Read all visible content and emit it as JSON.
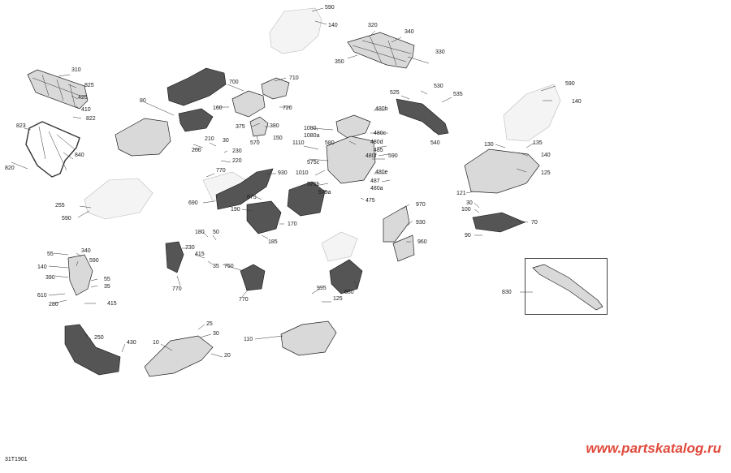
{
  "document_id": "31T1901",
  "watermark": "www.partskatalog.ru",
  "callouts": [
    {
      "id": "590a",
      "text": "590"
    },
    {
      "id": "140a",
      "text": "140"
    },
    {
      "id": "320",
      "text": "320"
    },
    {
      "id": "340a",
      "text": "340"
    },
    {
      "id": "330",
      "text": "330"
    },
    {
      "id": "350",
      "text": "350"
    },
    {
      "id": "310",
      "text": "310"
    },
    {
      "id": "825",
      "text": "825"
    },
    {
      "id": "425a",
      "text": "425"
    },
    {
      "id": "410",
      "text": "410"
    },
    {
      "id": "822",
      "text": "822"
    },
    {
      "id": "823",
      "text": "823"
    },
    {
      "id": "840",
      "text": "840"
    },
    {
      "id": "820",
      "text": "820"
    },
    {
      "id": "700",
      "text": "700"
    },
    {
      "id": "710",
      "text": "710"
    },
    {
      "id": "720",
      "text": "720"
    },
    {
      "id": "80",
      "text": "80"
    },
    {
      "id": "160",
      "text": "160"
    },
    {
      "id": "375",
      "text": "375"
    },
    {
      "id": "380",
      "text": "380"
    },
    {
      "id": "150",
      "text": "150"
    },
    {
      "id": "570",
      "text": "570"
    },
    {
      "id": "210",
      "text": "210"
    },
    {
      "id": "30a",
      "text": "30"
    },
    {
      "id": "230",
      "text": "230"
    },
    {
      "id": "200",
      "text": "200"
    },
    {
      "id": "220",
      "text": "220"
    },
    {
      "id": "530",
      "text": "530"
    },
    {
      "id": "525",
      "text": "525"
    },
    {
      "id": "535",
      "text": "535"
    },
    {
      "id": "480b",
      "text": "480b"
    },
    {
      "id": "540",
      "text": "540"
    },
    {
      "id": "1080",
      "text": "1080,"
    },
    {
      "id": "1080a",
      "text": "1080a"
    },
    {
      "id": "480c",
      "text": "480c"
    },
    {
      "id": "1110",
      "text": "1110"
    },
    {
      "id": "580",
      "text": "580"
    },
    {
      "id": "480d",
      "text": "480d"
    },
    {
      "id": "485",
      "text": "485"
    },
    {
      "id": "480f",
      "text": "480f"
    },
    {
      "id": "590b",
      "text": "590"
    },
    {
      "id": "575c",
      "text": "575c"
    },
    {
      "id": "480e",
      "text": "480e"
    },
    {
      "id": "930a",
      "text": "930"
    },
    {
      "id": "1010",
      "text": "1010"
    },
    {
      "id": "487",
      "text": "487"
    },
    {
      "id": "575b",
      "text": "575b"
    },
    {
      "id": "480a",
      "text": "480a"
    },
    {
      "id": "575a",
      "text": "575a"
    },
    {
      "id": "475",
      "text": "475"
    },
    {
      "id": "770a",
      "text": "770"
    },
    {
      "id": "690",
      "text": "690"
    },
    {
      "id": "675",
      "text": "675"
    },
    {
      "id": "190",
      "text": "190"
    },
    {
      "id": "170",
      "text": "170"
    },
    {
      "id": "185",
      "text": "185"
    },
    {
      "id": "255",
      "text": "255"
    },
    {
      "id": "590c",
      "text": "590"
    },
    {
      "id": "590d",
      "text": "590"
    },
    {
      "id": "140b",
      "text": "140"
    },
    {
      "id": "130",
      "text": "130"
    },
    {
      "id": "135",
      "text": "135"
    },
    {
      "id": "140c",
      "text": "140"
    },
    {
      "id": "125a",
      "text": "125"
    },
    {
      "id": "121",
      "text": "121"
    },
    {
      "id": "30b",
      "text": "30"
    },
    {
      "id": "100",
      "text": "100"
    },
    {
      "id": "70",
      "text": "70"
    },
    {
      "id": "90",
      "text": "90"
    },
    {
      "id": "970",
      "text": "970"
    },
    {
      "id": "930b",
      "text": "930"
    },
    {
      "id": "960",
      "text": "960"
    },
    {
      "id": "180",
      "text": "180"
    },
    {
      "id": "50",
      "text": "50"
    },
    {
      "id": "730",
      "text": "730"
    },
    {
      "id": "415a",
      "text": "415"
    },
    {
      "id": "35a",
      "text": "35"
    },
    {
      "id": "750",
      "text": "750"
    },
    {
      "id": "770b",
      "text": "770"
    },
    {
      "id": "770c",
      "text": "770"
    },
    {
      "id": "680",
      "text": "680"
    },
    {
      "id": "995",
      "text": "995"
    },
    {
      "id": "125b",
      "text": "125"
    },
    {
      "id": "55a",
      "text": "55"
    },
    {
      "id": "340b",
      "text": "340"
    },
    {
      "id": "590e",
      "text": "590"
    },
    {
      "id": "140d",
      "text": "140"
    },
    {
      "id": "390",
      "text": "390"
    },
    {
      "id": "55b",
      "text": "55"
    },
    {
      "id": "35b",
      "text": "35"
    },
    {
      "id": "610",
      "text": "610"
    },
    {
      "id": "280",
      "text": "280"
    },
    {
      "id": "415b",
      "text": "415"
    },
    {
      "id": "250",
      "text": "250"
    },
    {
      "id": "430",
      "text": "430"
    },
    {
      "id": "25",
      "text": "25"
    },
    {
      "id": "30c",
      "text": "30"
    },
    {
      "id": "10",
      "text": "10"
    },
    {
      "id": "20",
      "text": "20"
    },
    {
      "id": "110",
      "text": "110"
    },
    {
      "id": "830",
      "text": "830"
    }
  ]
}
